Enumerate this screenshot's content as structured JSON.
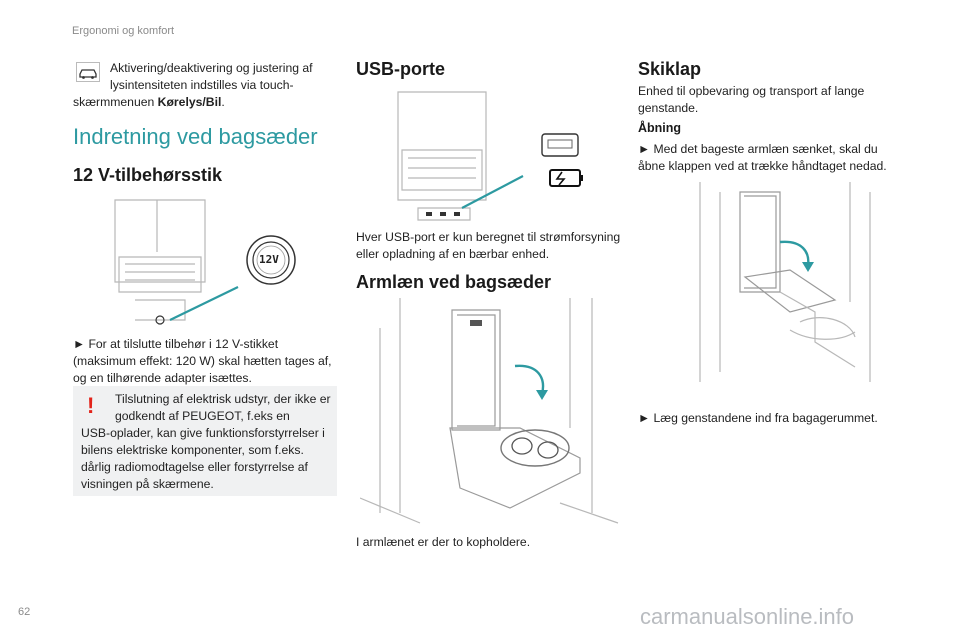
{
  "header": {
    "section": "Ergonomi og komfort",
    "page_number": "62"
  },
  "watermark": "carmanualsonline.info",
  "col1": {
    "intro_line1": "Aktivering/deaktivering og justering af",
    "intro_line2": "lysintensiteten indstilles via touch-",
    "intro_line3_prefix": "skærmmenuen ",
    "intro_line3_bold": "Kørelys/Bil",
    "intro_line3_suffix": ".",
    "section_title": "Indretning ved bagsæder",
    "socket_title": "12 V-tilbehørsstik",
    "socket_icon_label": "12V",
    "socket_line1": "► For at tilslutte tilbehør i 12 V-stikket",
    "socket_line2": "(maksimum effekt: 120 W) skal hætten tages af,",
    "socket_line3": "og en tilhørende adapter isættes.",
    "warning_lines": [
      "Tilslutning af elektrisk udstyr, der ikke er",
      "godkendt af PEUGEOT, f.eks en",
      "USB-oplader, kan give funktionsforstyrrelser i",
      "bilens elektriske komponenter, som f.eks.",
      "dårlig radiomodtagelse eller forstyrrelse af",
      "visningen på skærmene."
    ],
    "warning_mark": "!"
  },
  "col2": {
    "usb_title": "USB-porte",
    "usb_line1": "Hver USB-port er kun beregnet til strømforsyning",
    "usb_line2": "eller opladning af en bærbar enhed.",
    "armrest_title": "Armlæn ved bagsæder",
    "armrest_caption": "I armlænet er der to kopholdere."
  },
  "col3": {
    "skiklap_title": "Skiklap",
    "skiklap_line1": "Enhed til opbevaring og transport af lange",
    "skiklap_line2": "genstande.",
    "opening_title": "Åbning",
    "opening_line1": "► Med det bageste armlæn sænket, skal du",
    "opening_line2": "åbne klappen ved at trække håndtaget nedad.",
    "load_line": "► Læg genstandene ind fra bagagerummet."
  },
  "colors": {
    "accent": "#2d9aa1",
    "warning": "#e2231a",
    "panel": "#f0f1f2"
  }
}
